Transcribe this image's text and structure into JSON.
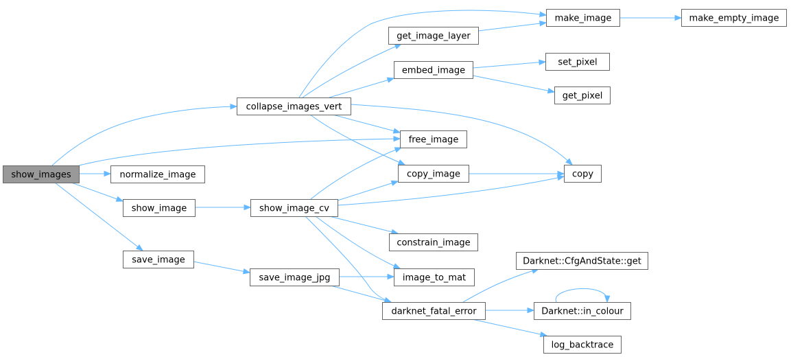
{
  "diagram": {
    "type": "call-graph",
    "colors": {
      "edge": "#63b8ff",
      "node_border": "#666666",
      "root_fill": "#999999",
      "node_fill": "#ffffff"
    },
    "nodes": [
      {
        "id": "show_images",
        "label": "show_images",
        "root": true
      },
      {
        "id": "collapse_images_vert",
        "label": "collapse_images_vert"
      },
      {
        "id": "normalize_image",
        "label": "normalize_image"
      },
      {
        "id": "show_image",
        "label": "show_image"
      },
      {
        "id": "save_image",
        "label": "save_image"
      },
      {
        "id": "get_image_layer",
        "label": "get_image_layer"
      },
      {
        "id": "embed_image",
        "label": "embed_image"
      },
      {
        "id": "free_image",
        "label": "free_image"
      },
      {
        "id": "copy_image",
        "label": "copy_image"
      },
      {
        "id": "show_image_cv",
        "label": "show_image_cv"
      },
      {
        "id": "constrain_image",
        "label": "constrain_image"
      },
      {
        "id": "image_to_mat",
        "label": "image_to_mat"
      },
      {
        "id": "save_image_jpg",
        "label": "save_image_jpg"
      },
      {
        "id": "darknet_fatal_error",
        "label": "darknet_fatal_error"
      },
      {
        "id": "make_image",
        "label": "make_image"
      },
      {
        "id": "make_empty_image",
        "label": "make_empty_image"
      },
      {
        "id": "set_pixel",
        "label": "set_pixel"
      },
      {
        "id": "get_pixel",
        "label": "get_pixel"
      },
      {
        "id": "copy",
        "label": "copy"
      },
      {
        "id": "cfgandstate_get",
        "label": "Darknet::CfgAndState::get"
      },
      {
        "id": "in_colour",
        "label": "Darknet::in_colour"
      },
      {
        "id": "log_backtrace",
        "label": "log_backtrace"
      }
    ],
    "edges": [
      {
        "from": "show_images",
        "to": "collapse_images_vert"
      },
      {
        "from": "show_images",
        "to": "free_image"
      },
      {
        "from": "show_images",
        "to": "normalize_image"
      },
      {
        "from": "show_images",
        "to": "show_image"
      },
      {
        "from": "show_images",
        "to": "save_image"
      },
      {
        "from": "collapse_images_vert",
        "to": "make_image"
      },
      {
        "from": "collapse_images_vert",
        "to": "get_image_layer"
      },
      {
        "from": "collapse_images_vert",
        "to": "embed_image"
      },
      {
        "from": "collapse_images_vert",
        "to": "free_image"
      },
      {
        "from": "collapse_images_vert",
        "to": "copy_image"
      },
      {
        "from": "collapse_images_vert",
        "to": "copy"
      },
      {
        "from": "get_image_layer",
        "to": "make_image"
      },
      {
        "from": "make_image",
        "to": "make_empty_image"
      },
      {
        "from": "embed_image",
        "to": "set_pixel"
      },
      {
        "from": "embed_image",
        "to": "get_pixel"
      },
      {
        "from": "copy_image",
        "to": "copy"
      },
      {
        "from": "show_image",
        "to": "show_image_cv"
      },
      {
        "from": "show_image_cv",
        "to": "free_image"
      },
      {
        "from": "show_image_cv",
        "to": "copy_image"
      },
      {
        "from": "show_image_cv",
        "to": "copy"
      },
      {
        "from": "show_image_cv",
        "to": "constrain_image"
      },
      {
        "from": "show_image_cv",
        "to": "image_to_mat"
      },
      {
        "from": "show_image_cv",
        "to": "darknet_fatal_error"
      },
      {
        "from": "save_image",
        "to": "save_image_jpg"
      },
      {
        "from": "save_image_jpg",
        "to": "image_to_mat"
      },
      {
        "from": "save_image_jpg",
        "to": "darknet_fatal_error"
      },
      {
        "from": "darknet_fatal_error",
        "to": "cfgandstate_get"
      },
      {
        "from": "darknet_fatal_error",
        "to": "in_colour"
      },
      {
        "from": "darknet_fatal_error",
        "to": "log_backtrace"
      },
      {
        "from": "in_colour",
        "to": "in_colour"
      }
    ]
  }
}
